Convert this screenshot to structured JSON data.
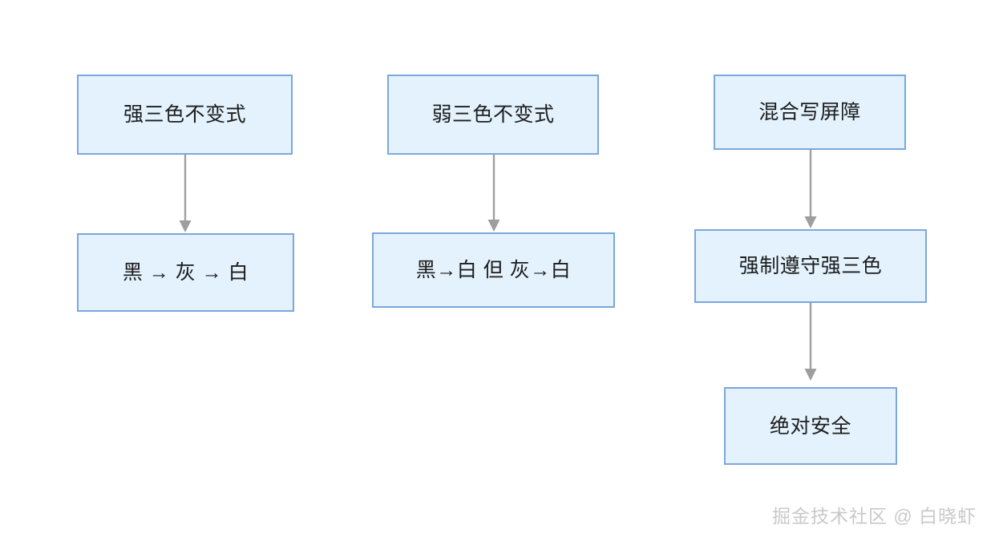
{
  "diagram": {
    "type": "flowchart",
    "background_color": "#ffffff",
    "node_fill_color": "#e3f2fd",
    "node_border_color": "#7ba7dd",
    "node_text_color": "#1c1c1c",
    "edge_color": "#9e9e9e",
    "columns": [
      {
        "id": "col-1",
        "nodes": [
          {
            "id": "n1",
            "label": "强三色不变式"
          },
          {
            "id": "n2",
            "label": "黑 → 灰 → 白"
          }
        ],
        "edges": [
          {
            "id": "e1",
            "from": "n1",
            "to": "n2"
          }
        ]
      },
      {
        "id": "col-2",
        "nodes": [
          {
            "id": "n3",
            "label": "弱三色不变式"
          },
          {
            "id": "n4",
            "label": "黑→白 但 灰→白"
          }
        ],
        "edges": [
          {
            "id": "e2",
            "from": "n3",
            "to": "n4"
          }
        ]
      },
      {
        "id": "col-3",
        "nodes": [
          {
            "id": "n5",
            "label": "混合写屏障"
          },
          {
            "id": "n6",
            "label": "强制遵守强三色"
          },
          {
            "id": "n7",
            "label": "绝对安全"
          }
        ],
        "edges": [
          {
            "id": "e3",
            "from": "n5",
            "to": "n6"
          },
          {
            "id": "e4",
            "from": "n6",
            "to": "n7"
          }
        ]
      }
    ]
  },
  "watermark": {
    "text": "掘金技术社区 @ 白晓虾",
    "color": "#c9c9c9"
  }
}
